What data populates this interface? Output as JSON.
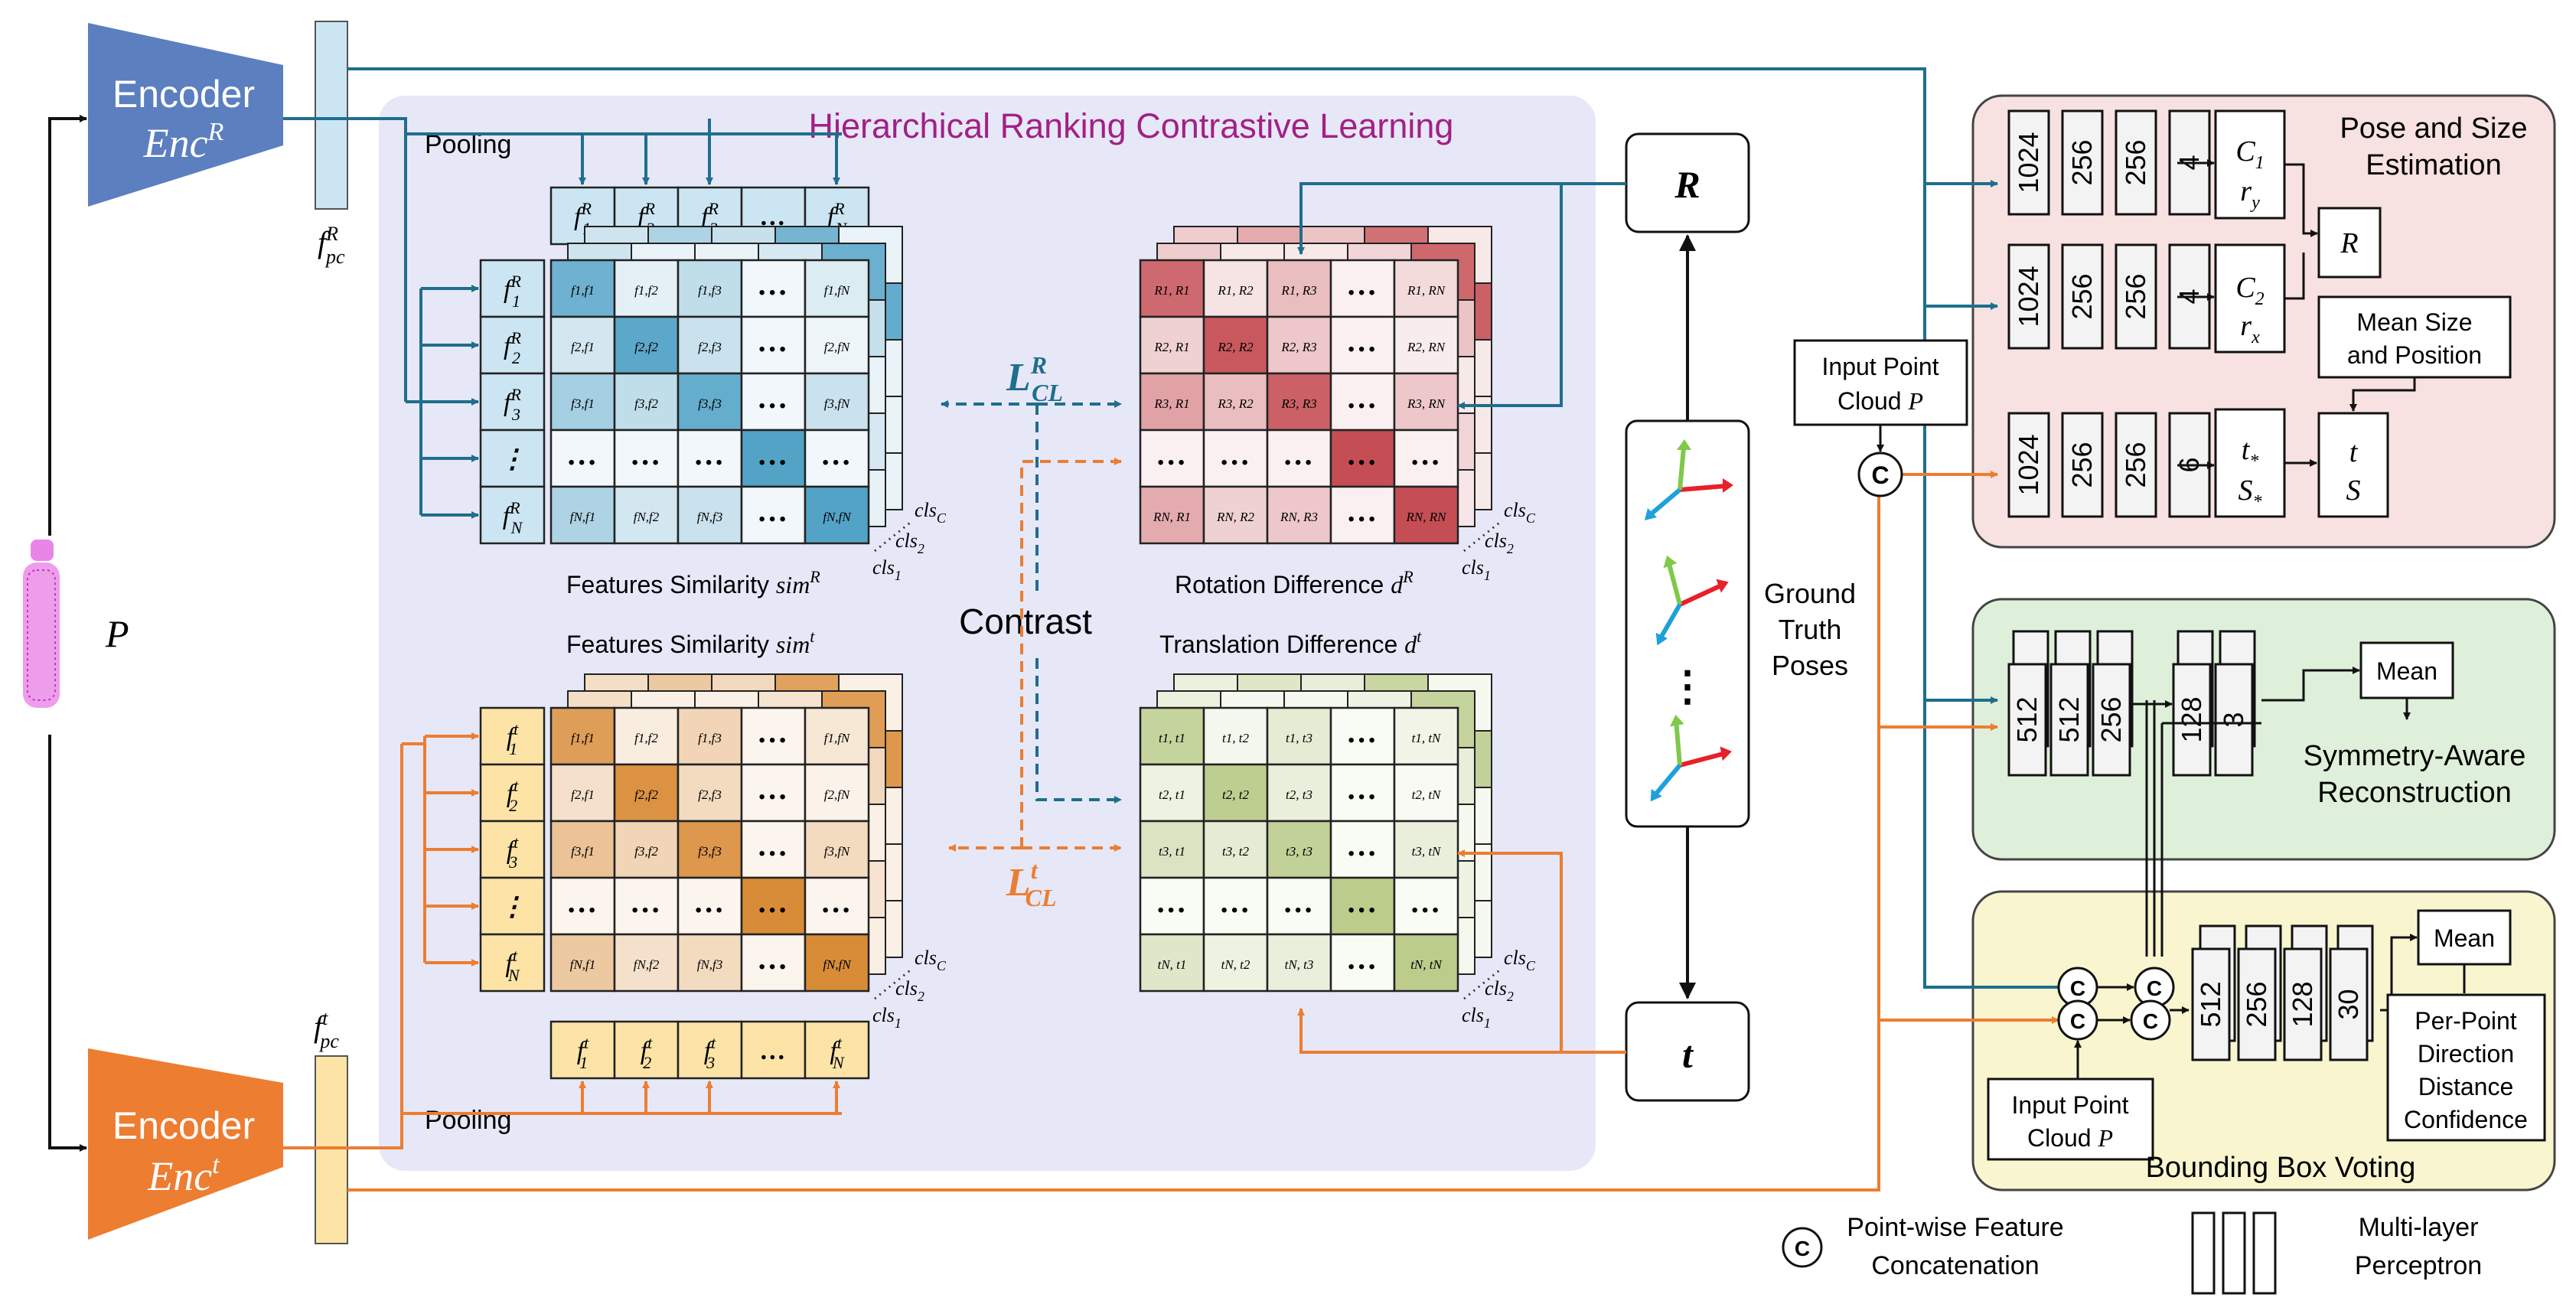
{
  "colors": {
    "encoder_rotation": "#5b7fbf",
    "encoder_translation": "#ed7d31",
    "arrow_rotation": "#1f6e8c",
    "arrow_translation": "#ed7d31",
    "hrcl_background": "#e6e8f8",
    "hrcl_title": "#a31f86",
    "pose_panel": "#f7e1e1",
    "reconstruction_panel": "#dff0da",
    "voting_panel": "#f9f6cf",
    "feature_rotation": "#cbe6f2",
    "feature_translation": "#fde4a6",
    "matrix_blue_dark": "#4a9ec4",
    "matrix_red_dark": "#c2454b",
    "matrix_orange_dark": "#d7862d",
    "matrix_green_dark": "#b7c985",
    "axis_x": "#e8202a",
    "axis_y": "#7ec94a",
    "axis_z": "#1ea0dc"
  },
  "encoders": {
    "rotation": {
      "line1": "Encoder",
      "line2_base": "Enc",
      "line2_sup": "R"
    },
    "translation": {
      "line1": "Encoder",
      "line2_base": "Enc",
      "line2_sup": "t"
    }
  },
  "point_cloud_label": "P",
  "feature_labels": {
    "rotation": {
      "base": "f",
      "sup": "R",
      "sub": "pc"
    },
    "translation": {
      "base": "f",
      "sup": "t",
      "sub": "pc"
    }
  },
  "hrcl": {
    "title": "Hierarchical Ranking Contrastive Learning",
    "pooling_top": "Pooling",
    "pooling_bottom": "Pooling",
    "contrast": "Contrast",
    "caption_sim_r": {
      "text": "Features Similarity ",
      "math": "sim",
      "sup": "R"
    },
    "caption_rot": {
      "text": "Rotation Difference ",
      "math": "d",
      "sup": "R"
    },
    "caption_sim_t": {
      "text": "Features Similarity ",
      "math": "sim",
      "sup": "t"
    },
    "caption_trans": {
      "text": "Translation Difference ",
      "math": "d",
      "sup": "t"
    },
    "loss_r": {
      "base": "L",
      "sub": "CL",
      "sup": "R"
    },
    "loss_t": {
      "base": "L",
      "sub": "CL",
      "sup": "t"
    },
    "cls_labels": [
      "cls",
      "cls",
      "cls"
    ],
    "cls_subs": [
      "C",
      "2",
      "1"
    ],
    "ellipsis": "…",
    "vdots": "⋮"
  },
  "feature_vectors": {
    "rot_top": [
      "f1R",
      "f2R",
      "f3R",
      "…",
      "fNR"
    ],
    "trans_bottom": [
      "f1t",
      "f2t",
      "f3t",
      "…",
      "fNt"
    ]
  },
  "ground_truth": {
    "line1": "Ground",
    "line2": "Truth",
    "line3": "Poses",
    "r_label": "R",
    "t_label": "t",
    "dots": "⋮"
  },
  "pose_panel": {
    "title_line1": "Pose and Size",
    "title_line2": "Estimation",
    "mlp_rows": [
      [
        "1024",
        "256",
        "256",
        "4"
      ],
      [
        "1024",
        "256",
        "256",
        "4"
      ],
      [
        "1024",
        "256",
        "256",
        "6"
      ]
    ],
    "out1": {
      "a": "C",
      "a_sub": "1",
      "b": "r",
      "b_sub": "y"
    },
    "out2": {
      "a": "C",
      "a_sub": "2",
      "b": "r",
      "b_sub": "x"
    },
    "out3": {
      "a": "t",
      "a_sub": "*",
      "b": "S",
      "b_sub": "*"
    },
    "r_box": "R",
    "mean_size_line1": "Mean Size",
    "mean_size_line2": "and Position",
    "final_t": "t",
    "final_s": "S"
  },
  "input_point_cloud": {
    "line1": "Input Point",
    "line2": "Cloud ",
    "math": "P"
  },
  "reconstruction_panel": {
    "mlp": [
      "512",
      "512",
      "256",
      "128",
      "3"
    ],
    "mean": "Mean",
    "title_line1": "Symmetry-Aware",
    "title_line2": "Reconstruction"
  },
  "voting_panel": {
    "mlp": [
      "512",
      "256",
      "128",
      "30"
    ],
    "mean": "Mean",
    "outputs": [
      "Per-Point",
      "Direction",
      "Distance",
      "Confidence"
    ],
    "title": "Bounding Box Voting",
    "input_line1": "Input Point",
    "input_line2": "Cloud ",
    "input_math": "P"
  },
  "concat_symbol": "C",
  "legend": {
    "concat_line1": "Point-wise Feature",
    "concat_line2": "Concatenation",
    "mlp_line1": "Multi-layer",
    "mlp_line2": "Perceptron"
  }
}
